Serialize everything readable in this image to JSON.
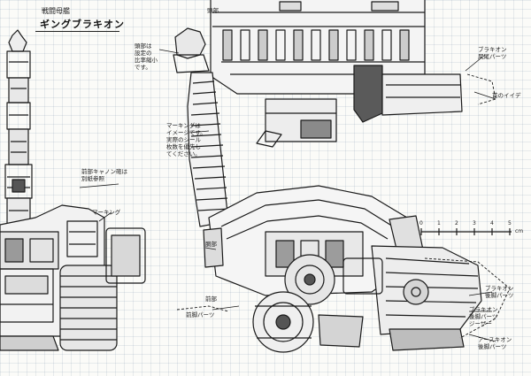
{
  "title": {
    "subtitle": "戦闘母艦",
    "name": "ギングブラキオン"
  },
  "annotations": {
    "neck_head": "頭部は\n設定の\n比率縮小\nです。",
    "marking": "マーキングは\nイメージです。\n実際のシール\n枚数を優先し\nてください。",
    "front_cannon": "前部キャノン砲は\n別紙参照",
    "marking_short": "マーキング",
    "head_side": "頭部",
    "body_side": "胴部",
    "front_side": "前部",
    "front_parts": "前脚パーツ",
    "bracchio_parts": "ブラキオン\n尻尾パーツ",
    "hook": "首のイイデ",
    "rear_leg_a": "ブラキオン\n後脚パーツ",
    "rear_leg_b": "ブラキオン\n後脚パーツ\nジーザー",
    "rear_leg_c": "アースキオン\n後脚パーツ"
  },
  "scale": {
    "ticks": [
      "0",
      "1",
      "2",
      "3",
      "4",
      "5"
    ],
    "unit": "cm"
  },
  "colors": {
    "ink": "#1a1a1a",
    "paper": "#fbfbf8",
    "grid": "#8c9bb0"
  }
}
